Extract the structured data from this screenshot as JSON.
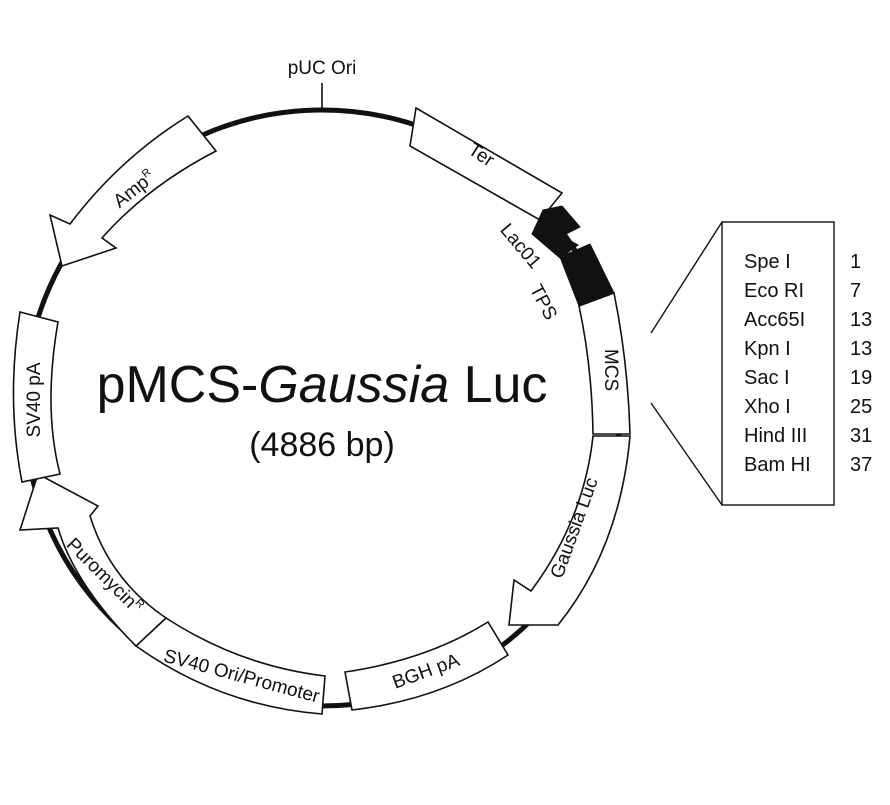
{
  "plasmid": {
    "name_prefix": "pMCS-",
    "name_italic": "Gaussia",
    "name_suffix": " Luc",
    "size": "(4886 bp)"
  },
  "features": {
    "puc_ori": "pUC Ori",
    "ter": "Ter",
    "amp": "Amp",
    "amp_sup": "R",
    "lac01": "Lac01",
    "tps": "TPS",
    "mcs": "MCS",
    "sv40pa": "SV40 pA",
    "gaussia": "Gaussia Luc",
    "puro": "Puromycin",
    "puro_sup": "R",
    "sv40ori": "SV40 Ori/Promoter",
    "bgh": "BGH pA"
  },
  "mcs_sites": [
    {
      "enzyme": "Spe I",
      "pos": "1"
    },
    {
      "enzyme": "Eco RI",
      "pos": "7"
    },
    {
      "enzyme": "Acc65I",
      "pos": "13"
    },
    {
      "enzyme": "Kpn I",
      "pos": "13"
    },
    {
      "enzyme": "Sac I",
      "pos": "19"
    },
    {
      "enzyme": "Xho I",
      "pos": "25"
    },
    {
      "enzyme": "Hind III",
      "pos": "31"
    },
    {
      "enzyme": "Bam HI",
      "pos": "37"
    }
  ],
  "colors": {
    "line": "#111111",
    "fill": "#ffffff"
  }
}
